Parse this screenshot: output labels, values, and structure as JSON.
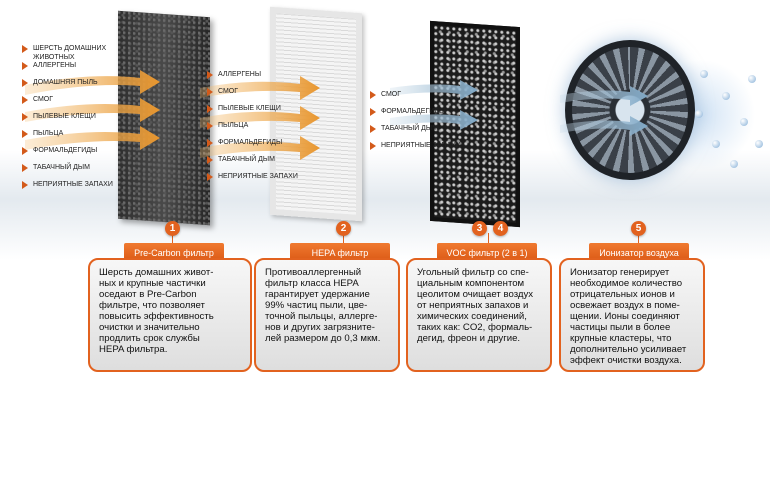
{
  "stages": [
    {
      "number": "1",
      "title": "Pre-Carbon фильтр",
      "description": "Шерсть домашних живот-\nных и крупные частички\nоседают в Pre-Carbon\nфильтре, что позволяет\nповысить эффективность\nочистки и значительно\nпродлить срок службы\nHEPA фильтра.",
      "pollutants": [
        "ШЕРСТЬ ДОМАШНИХ ЖИВОТНЫХ",
        "АЛЛЕРГЕНЫ",
        "ДОМАШНЯЯ ПЫЛЬ",
        "СМОГ",
        "ПЫЛЕВЫЕ КЛЕЩИ",
        "ПЫЛЬЦА",
        "ФОРМАЛЬДЕГИДЫ",
        "ТАБАЧНЫЙ ДЫМ",
        "НЕПРИЯТНЫЕ ЗАПАХИ"
      ]
    },
    {
      "number": "2",
      "title": "HEPA фильтр",
      "description": "Противоаллергенный\nфильтр класса HEPA\nгарантирует удержание\n99% частиц пыли, цве-\nточной пыльцы,  аллерге-\nнов и других загрязните-\nлей размером до 0,3 мкм.",
      "pollutants": [
        "АЛЛЕРГЕНЫ",
        "СМОГ",
        "ПЫЛЕВЫЕ КЛЕЩИ",
        "ПЫЛЬЦА",
        "ФОРМАЛЬДЕГИДЫ",
        "ТАБАЧНЫЙ ДЫМ",
        "НЕПРИЯТНЫЕ ЗАПАХИ"
      ]
    },
    {
      "number": "3",
      "number_b": "4",
      "title": "VOC фильтр (2 в 1)",
      "description": "Угольный фильтр со спе-\nциальным компонентом\nцеолитом очищает воздух\nот неприятных запахов и\nхимических соединений,\nтаких как: CO2, формаль-\nдегид, фреон и другие.",
      "pollutants": [
        "СМОГ",
        "ФОРМАЛЬДЕГИДЫ",
        "ТАБАЧНЫЙ ДЫМ",
        "НЕПРИЯТНЫЕ ЗАПАХИ"
      ]
    },
    {
      "number": "5",
      "title": "Ионизатор воздуха",
      "description": "Ионизатор генерирует\nнеобходимое количество\nотрицательных ионов и\nосвежает воздух в поме-\nщении. Ионы соединяют\nчастицы пыли в более\nкрупные кластеры, что\nдополнительно усиливает\nэффект очистки воздуха."
    }
  ],
  "colors": {
    "accent": "#e2621f",
    "box_border": "#e2621f",
    "arrow_orange": "#e8962e",
    "arrow_blue": "#8fb4cf"
  }
}
